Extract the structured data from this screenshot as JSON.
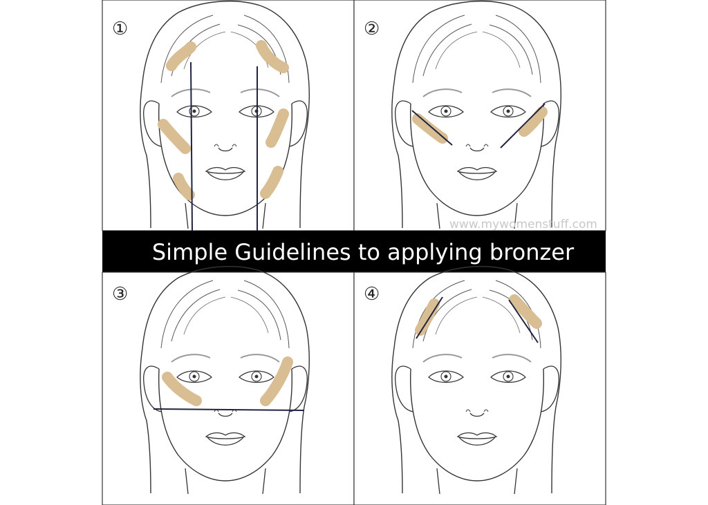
{
  "caption": "Simple Guidelines to applying bronzer",
  "watermark": "www.mywomenstuff.com",
  "colors": {
    "background": "#ffffff",
    "caption_bar": "#000000",
    "caption_text": "#ffffff",
    "bronzer": "#d9bd93",
    "guide_line": "#1f2240",
    "face_outline": "#333333",
    "watermark": "#c8c8c8"
  },
  "panels": [
    {
      "number": "①",
      "step": "1",
      "bronzer_areas": [
        "temples",
        "cheekbones",
        "jawline"
      ],
      "guide_lines": "vertical lines from temples to chin"
    },
    {
      "number": "②",
      "step": "2",
      "bronzer_areas": [
        "cheekbones"
      ],
      "guide_lines": "diagonal lines from ears toward nose"
    },
    {
      "number": "③",
      "step": "3",
      "bronzer_areas": [
        "cheekbones"
      ],
      "guide_lines": "horizontal line below nose"
    },
    {
      "number": "④",
      "step": "4",
      "bronzer_areas": [
        "temples"
      ],
      "guide_lines": "diagonal lines on forehead"
    }
  ]
}
